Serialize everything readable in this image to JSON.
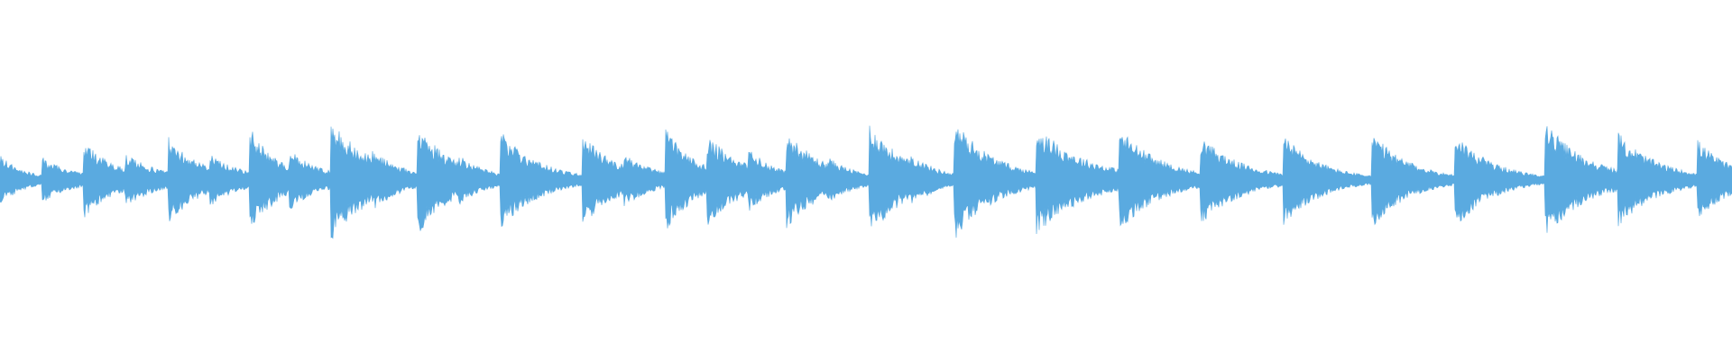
{
  "waveform": {
    "color": "#5aaae0",
    "background": "#ffffff",
    "baseline_amplitude": 0.01,
    "onsets": [
      {
        "t": 0.0,
        "peak": 0.14,
        "decay": 0.015
      },
      {
        "t": 0.024,
        "peak": 0.13,
        "decay": 0.02
      },
      {
        "t": 0.048,
        "peak": 0.22,
        "decay": 0.02
      },
      {
        "t": 0.072,
        "peak": 0.15,
        "decay": 0.022
      },
      {
        "t": 0.097,
        "peak": 0.25,
        "decay": 0.02
      },
      {
        "t": 0.121,
        "peak": 0.15,
        "decay": 0.02
      },
      {
        "t": 0.144,
        "peak": 0.3,
        "decay": 0.018
      },
      {
        "t": 0.167,
        "peak": 0.17,
        "decay": 0.02
      },
      {
        "t": 0.191,
        "peak": 0.34,
        "decay": 0.025
      },
      {
        "t": 0.215,
        "peak": 0.17,
        "decay": 0.02
      },
      {
        "t": 0.241,
        "peak": 0.31,
        "decay": 0.022
      },
      {
        "t": 0.265,
        "peak": 0.14,
        "decay": 0.018
      },
      {
        "t": 0.289,
        "peak": 0.28,
        "decay": 0.022
      },
      {
        "t": 0.313,
        "peak": 0.1,
        "decay": 0.016
      },
      {
        "t": 0.336,
        "peak": 0.26,
        "decay": 0.022
      },
      {
        "t": 0.36,
        "peak": 0.15,
        "decay": 0.02
      },
      {
        "t": 0.384,
        "peak": 0.3,
        "decay": 0.018
      },
      {
        "t": 0.408,
        "peak": 0.26,
        "decay": 0.022
      },
      {
        "t": 0.432,
        "peak": 0.18,
        "decay": 0.018
      },
      {
        "t": 0.454,
        "peak": 0.28,
        "decay": 0.022
      },
      {
        "t": 0.478,
        "peak": 0.13,
        "decay": 0.018
      },
      {
        "t": 0.502,
        "peak": 0.32,
        "decay": 0.022
      },
      {
        "t": 0.526,
        "peak": 0.15,
        "decay": 0.018
      },
      {
        "t": 0.551,
        "peak": 0.34,
        "decay": 0.024
      },
      {
        "t": 0.575,
        "peak": 0.13,
        "decay": 0.018
      },
      {
        "t": 0.598,
        "peak": 0.31,
        "decay": 0.03
      },
      {
        "t": 0.646,
        "peak": 0.3,
        "decay": 0.025
      },
      {
        "t": 0.693,
        "peak": 0.25,
        "decay": 0.025
      },
      {
        "t": 0.741,
        "peak": 0.26,
        "decay": 0.022
      },
      {
        "t": 0.792,
        "peak": 0.27,
        "decay": 0.022
      },
      {
        "t": 0.84,
        "peak": 0.27,
        "decay": 0.022
      },
      {
        "t": 0.892,
        "peak": 0.33,
        "decay": 0.025
      },
      {
        "t": 0.934,
        "peak": 0.27,
        "decay": 0.024
      },
      {
        "t": 0.98,
        "peak": 0.23,
        "decay": 0.02
      }
    ]
  }
}
